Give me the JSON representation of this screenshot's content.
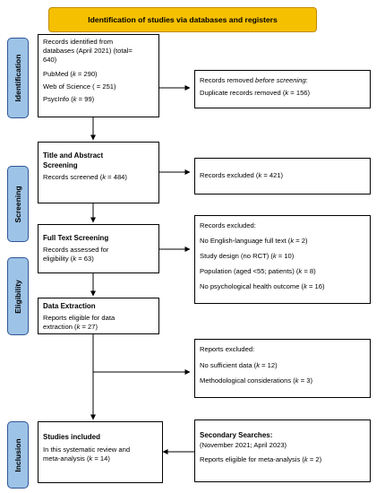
{
  "header": "Identification of studies via databases and registers",
  "phases": [
    "Identification",
    "Screening",
    "Eligibility",
    "Inclusion"
  ],
  "identified": {
    "line1": "Records identified from",
    "line2": "databases (April 2021) (total=",
    "line3": "640)",
    "sources": [
      {
        "name": "PubMed",
        "k": "k",
        "rest": " = 290)"
      },
      {
        "name": "Web of Science",
        "k": "",
        "rest": " = 251)"
      },
      {
        "name": "PsycInfo",
        "k": "k",
        "rest": " = 99)"
      }
    ]
  },
  "removed": {
    "title_pre": "Records removed ",
    "title_em": "before screening",
    "title_post": ":",
    "item_pre": "Duplicate records removed (",
    "item_k": "k",
    "item_post": " = 156)"
  },
  "screening": {
    "title1": "Title and Abstract",
    "title2": "Screening",
    "item_pre": "Records screened (",
    "item_k": "k",
    "item_post": " = 484)"
  },
  "excluded1": {
    "pre": "Records excluded (",
    "k": "k",
    "post": " = 421)"
  },
  "fulltext": {
    "title": "Full Text Screening",
    "line1": "Records assessed for",
    "line2_pre": "eligibility (",
    "line2_k": "k",
    "line2_post": " = 63)"
  },
  "excluded2": {
    "title": "Records excluded:",
    "items": [
      {
        "pre": "No English-language full text (",
        "k": "k",
        "post": " = 2)"
      },
      {
        "pre": "Study design (no RCT) (",
        "k": "k",
        "post": " = 10)"
      },
      {
        "pre": "Population (aged <55; patients) (",
        "k": "k",
        "post": " = 8)"
      },
      {
        "pre": "No psychological health outcome (",
        "k": "k",
        "post": " = 16)"
      }
    ]
  },
  "extraction": {
    "title": "Data Extraction",
    "line1": "Reports eligible for data",
    "line2_pre": "extraction (",
    "line2_k": "k",
    "line2_post": " = 27)"
  },
  "excluded3": {
    "title": "Reports excluded:",
    "items": [
      {
        "pre": "No sufficient data (",
        "k": "k",
        "post": " = 12)"
      },
      {
        "pre": "Methodological considerations (",
        "k": "k",
        "post": " = 3)"
      }
    ]
  },
  "included": {
    "title": "Studies included",
    "line1": "In this systematic review and",
    "line2_pre": "meta-analysis (",
    "line2_k": "k",
    "line2_post": " = 14)"
  },
  "secondary": {
    "title": "Secondary Searches:",
    "line1": "(November 2021; April 2023)",
    "item_pre": "Reports eligible for meta-analysis (",
    "item_k": "k",
    "item_post": " = 2)"
  }
}
